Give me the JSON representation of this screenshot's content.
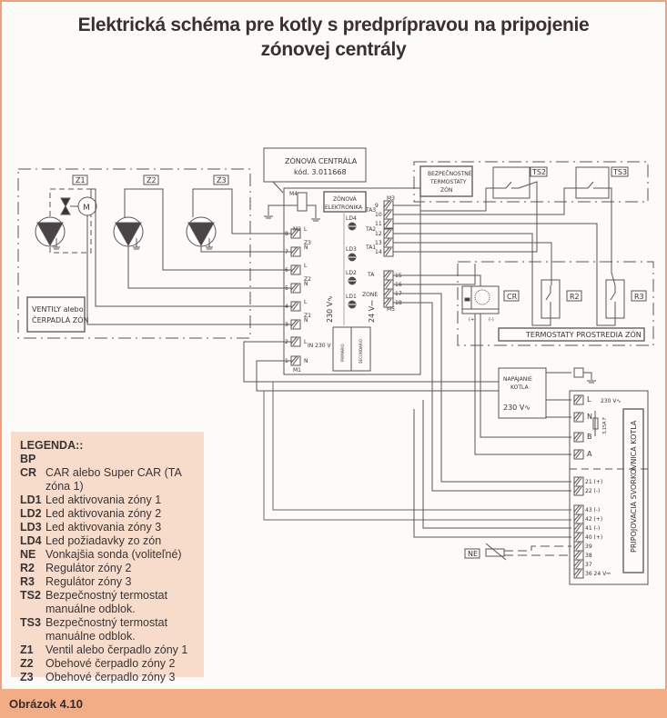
{
  "title": {
    "line1": "Elektrická schéma pre kotly s predprípravou na pripojenie",
    "line2": "zónovej centrály"
  },
  "zones_box": {
    "z1": "Z1",
    "z2": "Z2",
    "z3": "Z3",
    "motor": "M",
    "label_line1": "VENTILY alebo",
    "label_line2": "ČERPADLÁ ZÓN"
  },
  "central": {
    "label_line1": "ZÓNOVÁ CENTRÁLA",
    "label_line2": "kód. 3.011668",
    "electronics_line1": "ZÓNOVÁ",
    "electronics_line2": "ELEKTRONIKA",
    "m1": "M1",
    "m2": "M2",
    "m3": "M3",
    "m4": "M4",
    "m5": "M5",
    "m2_terminals": [
      "8",
      "7",
      "6",
      "5",
      "4",
      "3"
    ],
    "m2_marks": [
      "L",
      "N",
      "L",
      "N",
      "L",
      "N"
    ],
    "zone_labels": [
      "Z3",
      "Z2",
      "Z1"
    ],
    "m1_terminals": [
      "2",
      "1"
    ],
    "m1_marks": [
      "L",
      "N"
    ],
    "in_label": "IN 230 V",
    "m3_terminals": [
      "9",
      "10",
      "11",
      "12",
      "13",
      "14"
    ],
    "ta_labels": [
      "TA3",
      "TA2",
      "TA1"
    ],
    "m5_terminals": [
      "15",
      "16",
      "17",
      "18"
    ],
    "ta": "TA",
    "zone": "ZONE",
    "leds": [
      "LD4",
      "LD3",
      "LD2",
      "LD1"
    ],
    "v230": "230 V∿",
    "v24": "24 V⎓",
    "primary": "PRIMARIO",
    "secondary": "SECONDARIO"
  },
  "safety": {
    "label_line1": "BEZPEČNOSTNÉ",
    "label_line2": "TERMOSTATY",
    "label_line3": "ZÓN",
    "ts2": "TS2",
    "ts3": "TS3"
  },
  "room": {
    "cr": "CR",
    "r2": "R2",
    "r3": "R3",
    "plus": "(+)",
    "minus": "(-)",
    "label": "TERMOSTATY PROSTREDIA ZÓN"
  },
  "power": {
    "label_line1": "NAPÁJANIE",
    "label_line2": "KOTLA",
    "voltage": "230 V∿"
  },
  "boiler": {
    "label": "PRIPOJOVACIA SVORKOVNICA KOTLA",
    "top_terminals": [
      "L",
      "N",
      "B",
      "A"
    ],
    "v230": "230 V∿",
    "fuse": "3,15A F",
    "mid_terminals": [
      "21 (+)",
      "22 (-)"
    ],
    "bottom_terminals": [
      "43 (-)",
      "42 (+)",
      "41 (-)",
      "40 (+)",
      "39",
      "38",
      "37",
      "36  24 V⎓"
    ]
  },
  "ne": "NE",
  "legend": {
    "heading": "LEGENDA::",
    "items": [
      {
        "k": "BP",
        "v": ""
      },
      {
        "k": "CR",
        "v": "CAR alebo Super CAR (TA zóna 1)"
      },
      {
        "k": "LD1",
        "v": "Led aktivovania zóny 1"
      },
      {
        "k": "LD2",
        "v": "Led aktivovania zóny 2"
      },
      {
        "k": "LD3",
        "v": "Led aktivovania zóny 3"
      },
      {
        "k": "LD4",
        "v": "Led požiadavky zo zón"
      },
      {
        "k": "NE",
        "v": "Vonkajšia sonda (voliteľné)"
      },
      {
        "k": "R2",
        "v": "Regulátor zóny 2"
      },
      {
        "k": "R3",
        "v": "Regulátor zóny 3"
      },
      {
        "k": "TS2",
        "v": "Bezpečnostný termostat manuálne odblok."
      },
      {
        "k": "TS3",
        "v": "Bezpečnostný termostat manuálne odblok."
      },
      {
        "k": "Z1",
        "v": "Ventil alebo čerpadlo zóny 1"
      },
      {
        "k": "Z2",
        "v": "Obehové čerpadlo zóny 2"
      },
      {
        "k": "Z3",
        "v": "Obehové čerpadlo zóny 3"
      }
    ]
  },
  "caption": "Obrázok 4.10",
  "colors": {
    "frame": "#f0a07a",
    "legend_bg": "#f7dccb",
    "caption_bg": "#f2ad86",
    "line": "#5a5456"
  }
}
